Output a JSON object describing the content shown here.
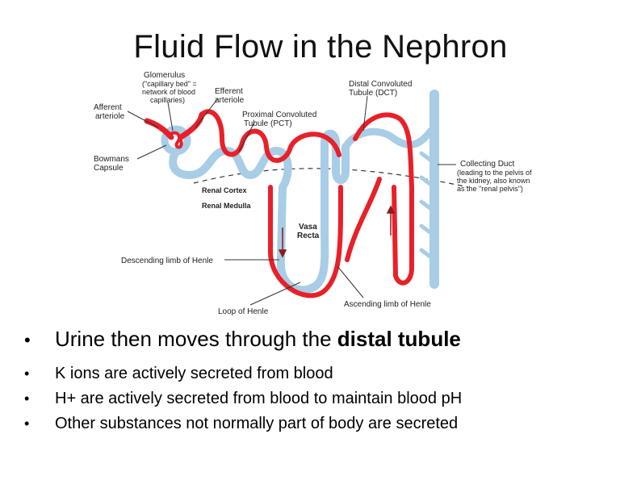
{
  "slide": {
    "title": "Fluid Flow in the Nephron"
  },
  "diagram": {
    "labels": {
      "glomerulus": "Glomerulus",
      "glomerulus_desc_1": "(\"capillary bed\" =",
      "glomerulus_desc_2": "network of blood",
      "glomerulus_desc_3": "capillaries)",
      "efferent_1": "Efferent",
      "efferent_2": "arteriole",
      "afferent_1": "Afferent",
      "afferent_2": "arteriole",
      "pct_1": "Proximal Convoluted",
      "pct_2": "Tubule (PCT)",
      "dct_1": "Distal Convoluted",
      "dct_2": "Tubule (DCT)",
      "bowmans_1": "Bowmans",
      "bowmans_2": "Capsule",
      "collecting_1": "Collecting Duct",
      "collecting_2": "(leading to the pelvis of",
      "collecting_3": "the kidney, also known",
      "collecting_4": "as the \"renal pelvis\")",
      "cortex": "Renal Cortex",
      "medulla": "Renal Medulla",
      "vasa_1": "Vasa",
      "vasa_2": "Recta",
      "descending": "Descending limb of Henle",
      "loop": "Loop of Henle",
      "ascending": "Ascending limb of Henle"
    },
    "colors": {
      "tubule": "#a8cde6",
      "vessel": "#e8202a",
      "leader": "#333333"
    }
  },
  "bullets": {
    "main_prefix": "Urine then moves through the ",
    "main_bold": "distal tubule",
    "sub": [
      "K ions are actively secreted from blood",
      "H+ are actively secreted from blood to maintain blood pH",
      "Other substances not normally part of body are secreted"
    ]
  }
}
